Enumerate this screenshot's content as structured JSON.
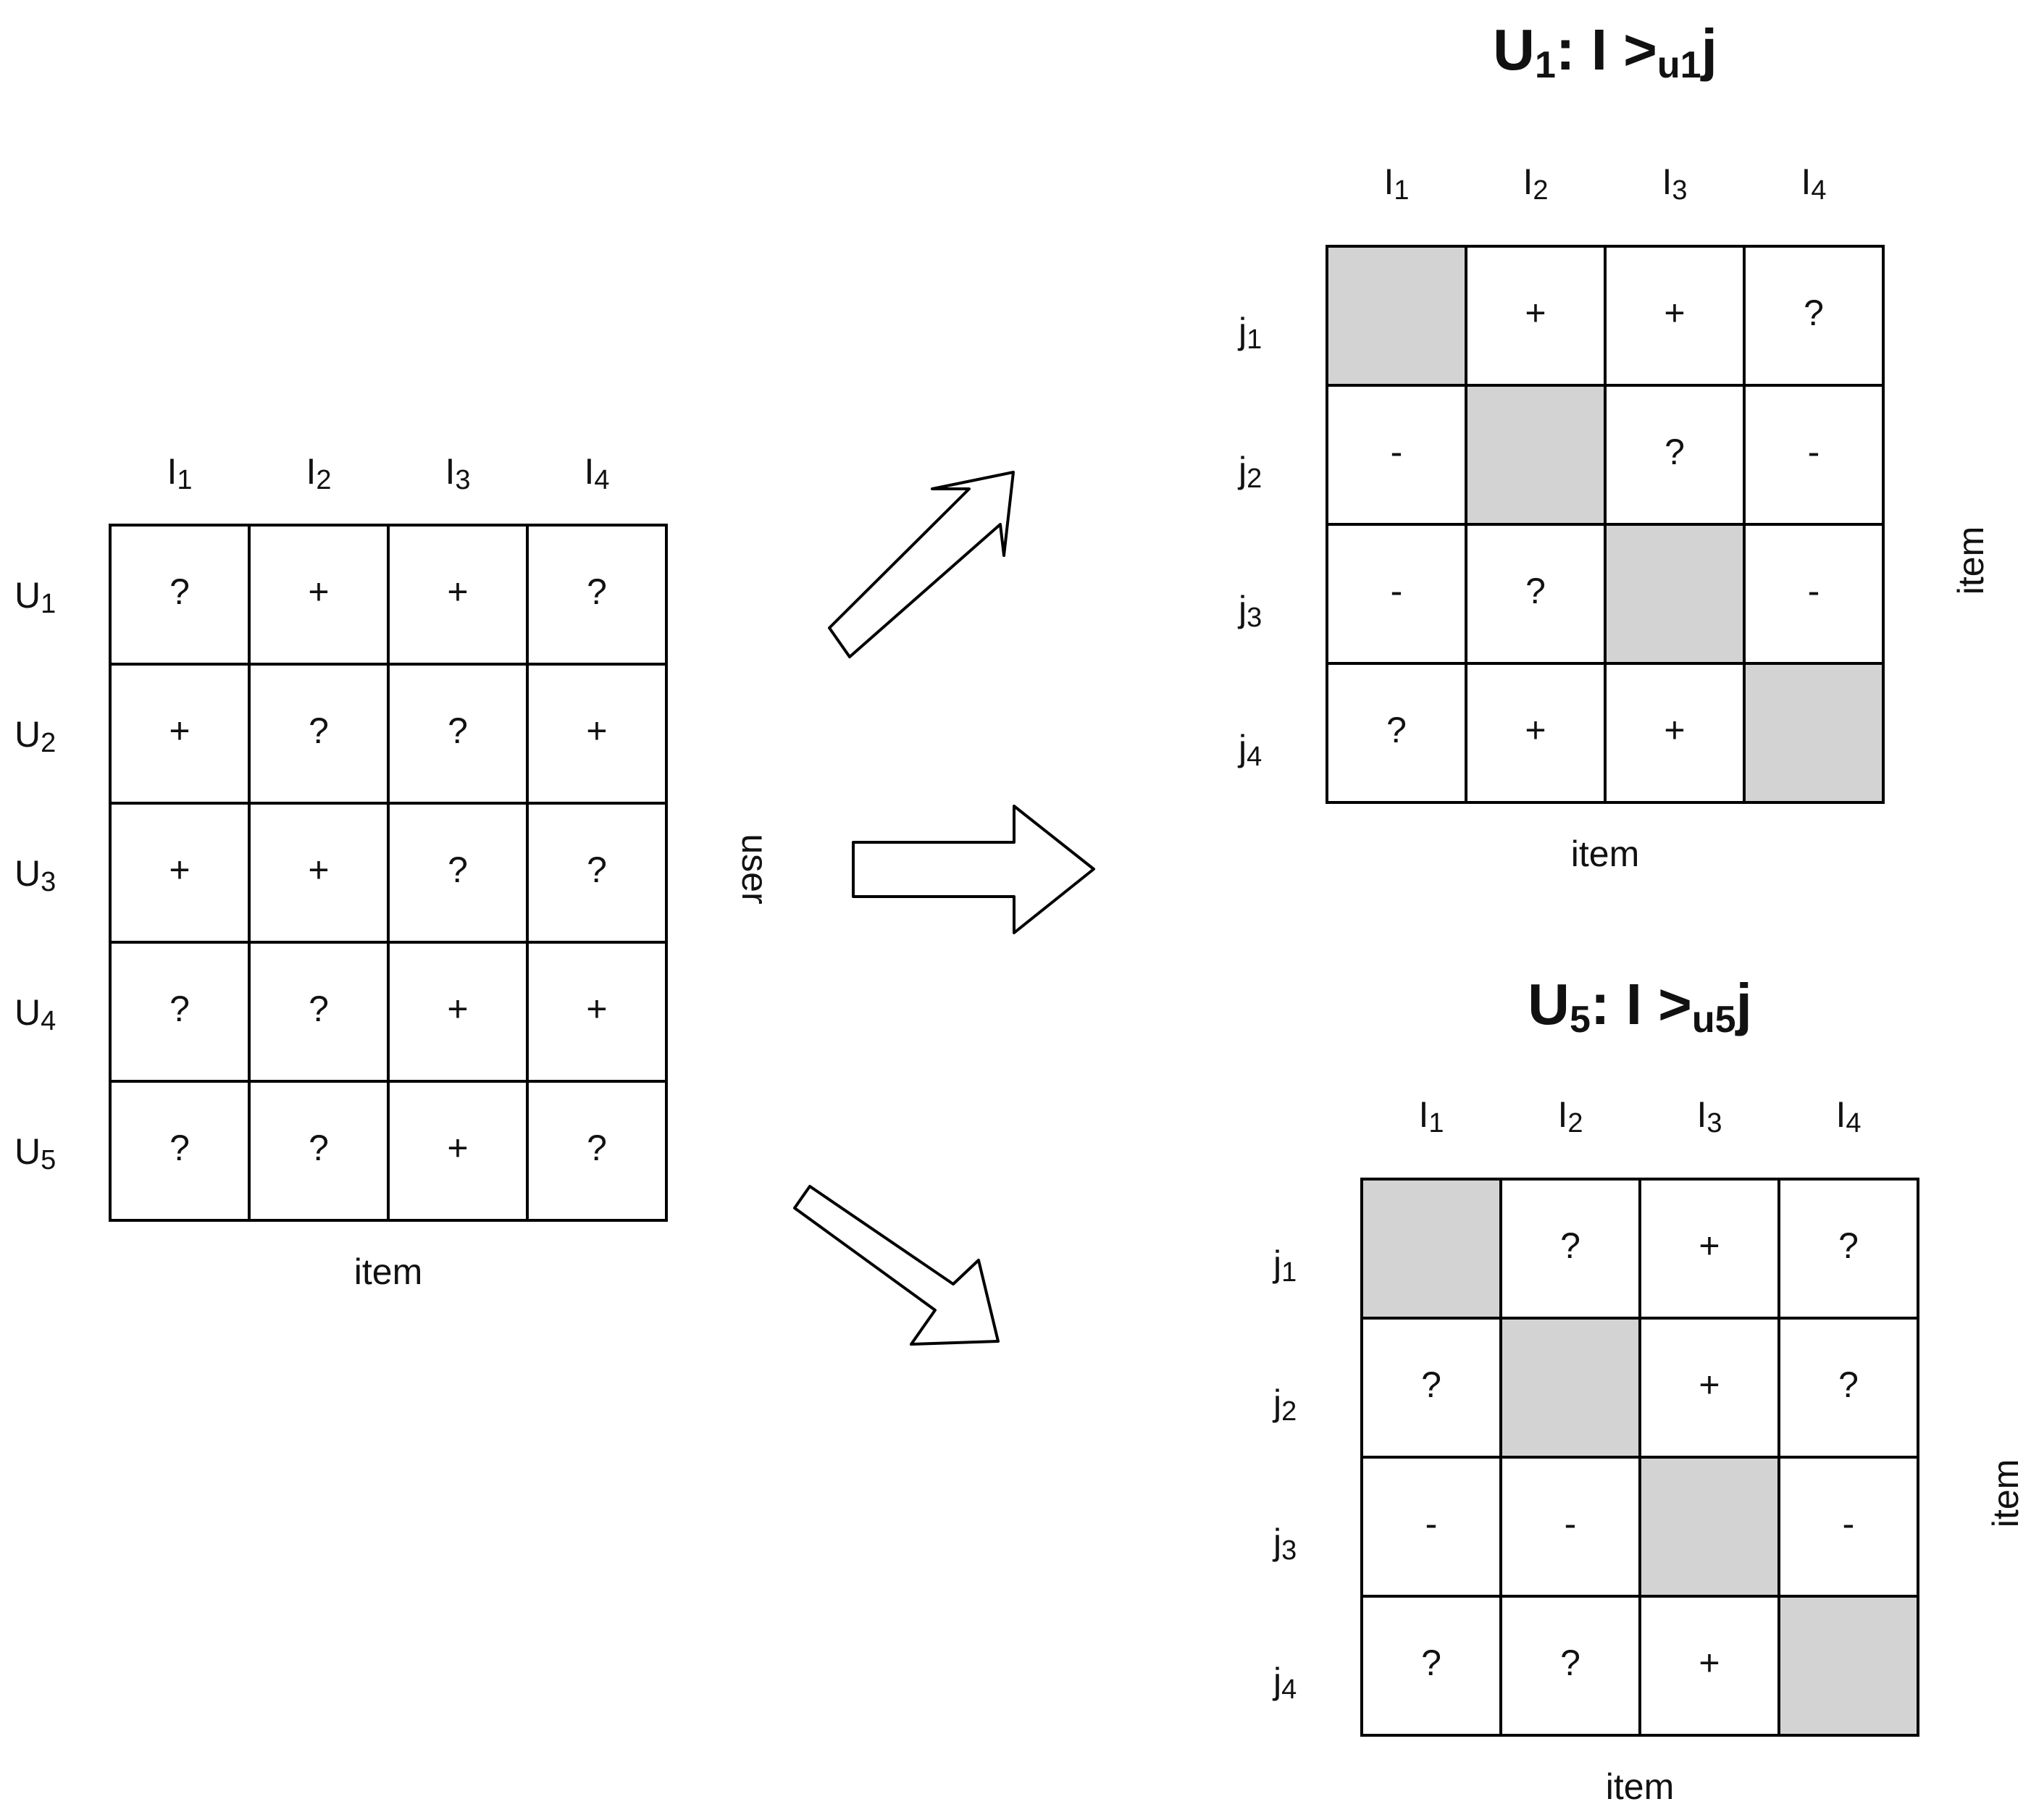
{
  "colors": {
    "grid_line": "#000000",
    "cell_fill": "#ffffff",
    "diagonal_fill": "#d3d3d3",
    "arrow_fill": "#ffffff"
  },
  "user_item_matrix": {
    "column_headers": [
      {
        "base": "I",
        "sub": "1"
      },
      {
        "base": "I",
        "sub": "2"
      },
      {
        "base": "I",
        "sub": "3"
      },
      {
        "base": "I",
        "sub": "4"
      }
    ],
    "row_headers": [
      {
        "base": "U",
        "sub": "1"
      },
      {
        "base": "U",
        "sub": "2"
      },
      {
        "base": "U",
        "sub": "3"
      },
      {
        "base": "U",
        "sub": "4"
      },
      {
        "base": "U",
        "sub": "5"
      }
    ],
    "cells": [
      [
        "?",
        "+",
        "+",
        "?"
      ],
      [
        "+",
        "?",
        "?",
        "+"
      ],
      [
        "+",
        "+",
        "?",
        "?"
      ],
      [
        "?",
        "?",
        "+",
        "+"
      ],
      [
        "?",
        "?",
        "+",
        "?"
      ]
    ],
    "x_label": "item",
    "y_label": "user"
  },
  "pairwise_matrices": [
    {
      "title": {
        "base": "U",
        "base_sub": "1",
        "rest": ": I >",
        "rel_sub": "u1",
        "tail": "j"
      },
      "column_headers": [
        {
          "base": "I",
          "sub": "1"
        },
        {
          "base": "I",
          "sub": "2"
        },
        {
          "base": "I",
          "sub": "3"
        },
        {
          "base": "I",
          "sub": "4"
        }
      ],
      "row_headers": [
        {
          "base": "j",
          "sub": "1"
        },
        {
          "base": "j",
          "sub": "2"
        },
        {
          "base": "j",
          "sub": "3"
        },
        {
          "base": "j",
          "sub": "4"
        }
      ],
      "cells": [
        [
          "",
          "+",
          "+",
          "?"
        ],
        [
          "-",
          "",
          "?",
          "-"
        ],
        [
          "-",
          "?",
          "",
          "-"
        ],
        [
          "?",
          "+",
          "+",
          ""
        ]
      ],
      "x_label": "item",
      "y_label": "item"
    },
    {
      "title": {
        "base": "U",
        "base_sub": "5",
        "rest": ": I >",
        "rel_sub": "u5",
        "tail": "j"
      },
      "column_headers": [
        {
          "base": "I",
          "sub": "1"
        },
        {
          "base": "I",
          "sub": "2"
        },
        {
          "base": "I",
          "sub": "3"
        },
        {
          "base": "I",
          "sub": "4"
        }
      ],
      "row_headers": [
        {
          "base": "j",
          "sub": "1"
        },
        {
          "base": "j",
          "sub": "2"
        },
        {
          "base": "j",
          "sub": "3"
        },
        {
          "base": "j",
          "sub": "4"
        }
      ],
      "cells": [
        [
          "",
          "?",
          "+",
          "?"
        ],
        [
          "?",
          "",
          "+",
          "?"
        ],
        [
          "-",
          "-",
          "",
          "-"
        ],
        [
          "?",
          "?",
          "+",
          ""
        ]
      ],
      "x_label": "item",
      "y_label": "item"
    }
  ]
}
